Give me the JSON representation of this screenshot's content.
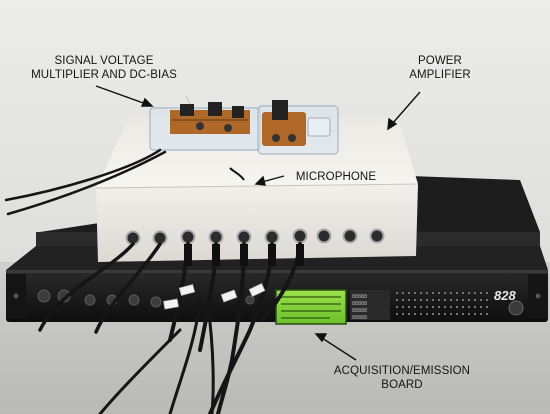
{
  "annotations": {
    "signal_voltage": "SIGNAL VOLTAGE\nMULTIPLIER AND DC-BIAS",
    "power_amplifier": "POWER\nAMPLIFIER",
    "microphone": "MICROPHONE",
    "acquisition_board": "ACQUISITION/EMISSION\nBOARD"
  },
  "device_front": {
    "brand_logo": "828",
    "display_lines": [
      "88888",
      "88888",
      "88888",
      "88888"
    ]
  },
  "colors": {
    "wall": "#e4e4e2",
    "enclosure": "#f0eeea",
    "rack_unit": "#1c1c1c",
    "display": "#7fd03c",
    "pcb": "#b06828"
  }
}
